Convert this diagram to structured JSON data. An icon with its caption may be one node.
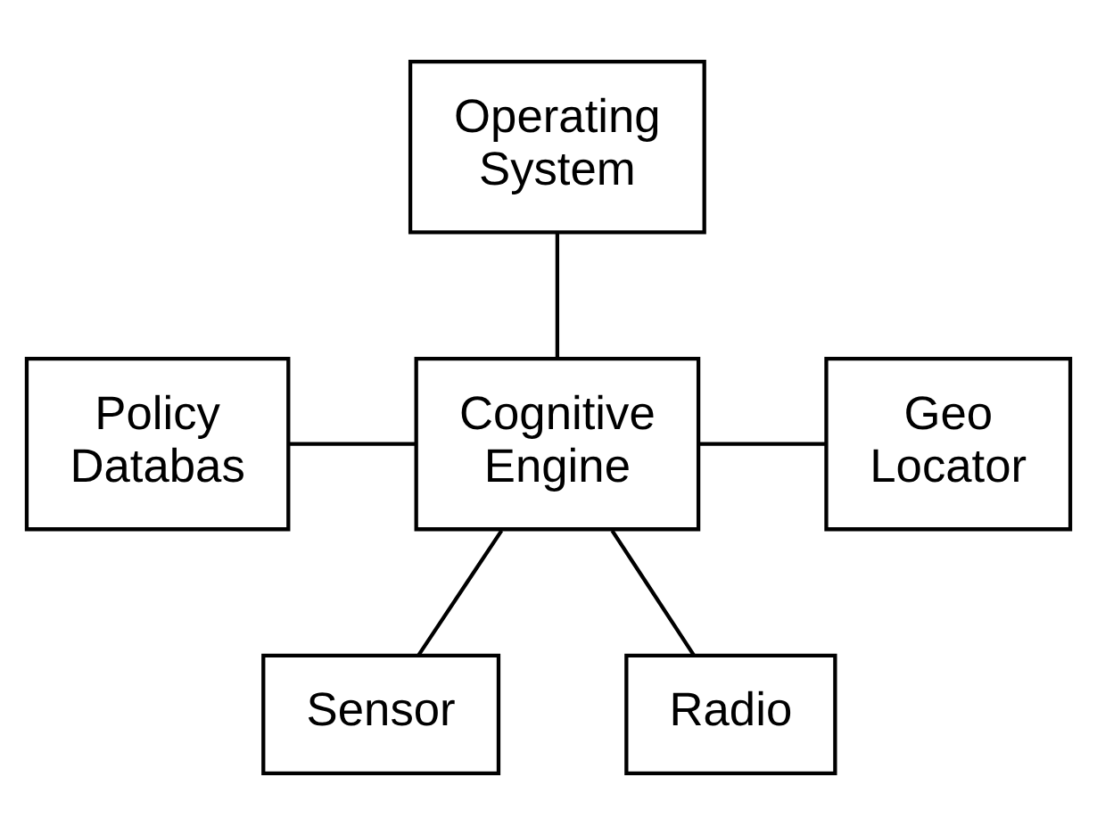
{
  "diagram": {
    "nodes": [
      {
        "text": [
          "Operating System"
        ]
      },
      {
        "text": [
          "Policy Databas"
        ]
      },
      {
        "text": [
          "Cognitive Engine"
        ]
      },
      {
        "text": [
          "Geo Locator"
        ]
      },
      {
        "text": [
          "Sensor"
        ]
      },
      {
        "text": [
          "Radio"
        ]
      }
    ],
    "edges": [
      {
        "from": 0,
        "to": 2,
        "arrow": "none"
      },
      {
        "from": 1,
        "to": 2,
        "arrow": "none"
      },
      {
        "from": 2,
        "to": 3,
        "arrow": "none"
      },
      {
        "from": 2,
        "to": 4,
        "arrow": "none"
      },
      {
        "from": 2,
        "to": 5,
        "arrow": "none"
      }
    ]
  }
}
